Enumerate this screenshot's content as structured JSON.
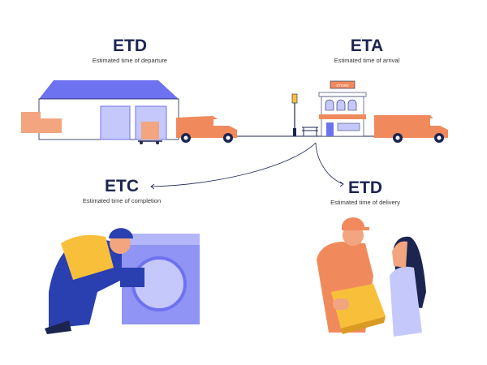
{
  "labels": {
    "departure": {
      "abbr": "ETD",
      "text": "Estimated time of departure"
    },
    "arrival": {
      "abbr": "ETA",
      "text": "Estimated time of arrival"
    },
    "completion": {
      "abbr": "ETC",
      "text": "Estimated time of completion"
    },
    "delivery": {
      "abbr": "ETD",
      "text": "Estimated time of delivery"
    }
  },
  "store_sign": "STORE",
  "colors": {
    "navy": "#1c2550",
    "roof": "#6d72f0",
    "light_blue": "#c5c8fb",
    "orange": "#f08a5d",
    "box": "#f2a57e",
    "yellow": "#f8c03a"
  }
}
